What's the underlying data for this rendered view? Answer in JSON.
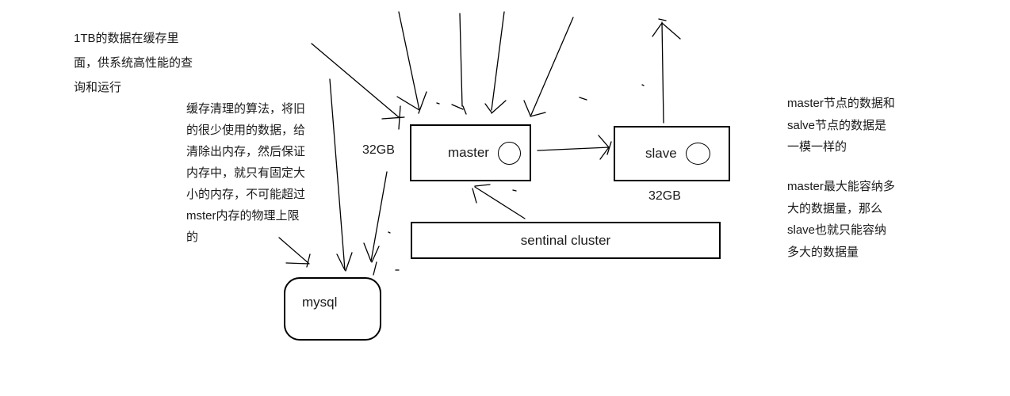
{
  "colors": {
    "background": "#ffffff",
    "ink": "#000000",
    "text": "#1a1a1a"
  },
  "annotations": {
    "cache_1tb": {
      "lines": [
        "1TB的数据在缓存里",
        "面，供系统高性能的查",
        "询和运行"
      ]
    },
    "cache_eviction": {
      "lines": [
        "缓存清理的算法，将旧",
        "的很少使用的数据，给",
        "清除出内存，然后保证",
        "内存中，就只有固定大",
        "小的内存，不可能超过",
        "mster内存的物理上限",
        "的"
      ]
    },
    "master_slave_same": {
      "lines": [
        "master节点的数据和",
        "salve节点的数据是",
        "一模一样的"
      ]
    },
    "capacity_limit": {
      "lines": [
        "master最大能容纳多",
        "大的数据量，那么",
        "slave也就只能容纳",
        "多大的数据量"
      ]
    }
  },
  "nodes": {
    "master": {
      "label": "master",
      "memory": "32GB"
    },
    "slave": {
      "label": "slave",
      "memory": "32GB"
    },
    "sentinal": {
      "label": "sentinal cluster"
    },
    "mysql": {
      "label": "mysql"
    }
  }
}
